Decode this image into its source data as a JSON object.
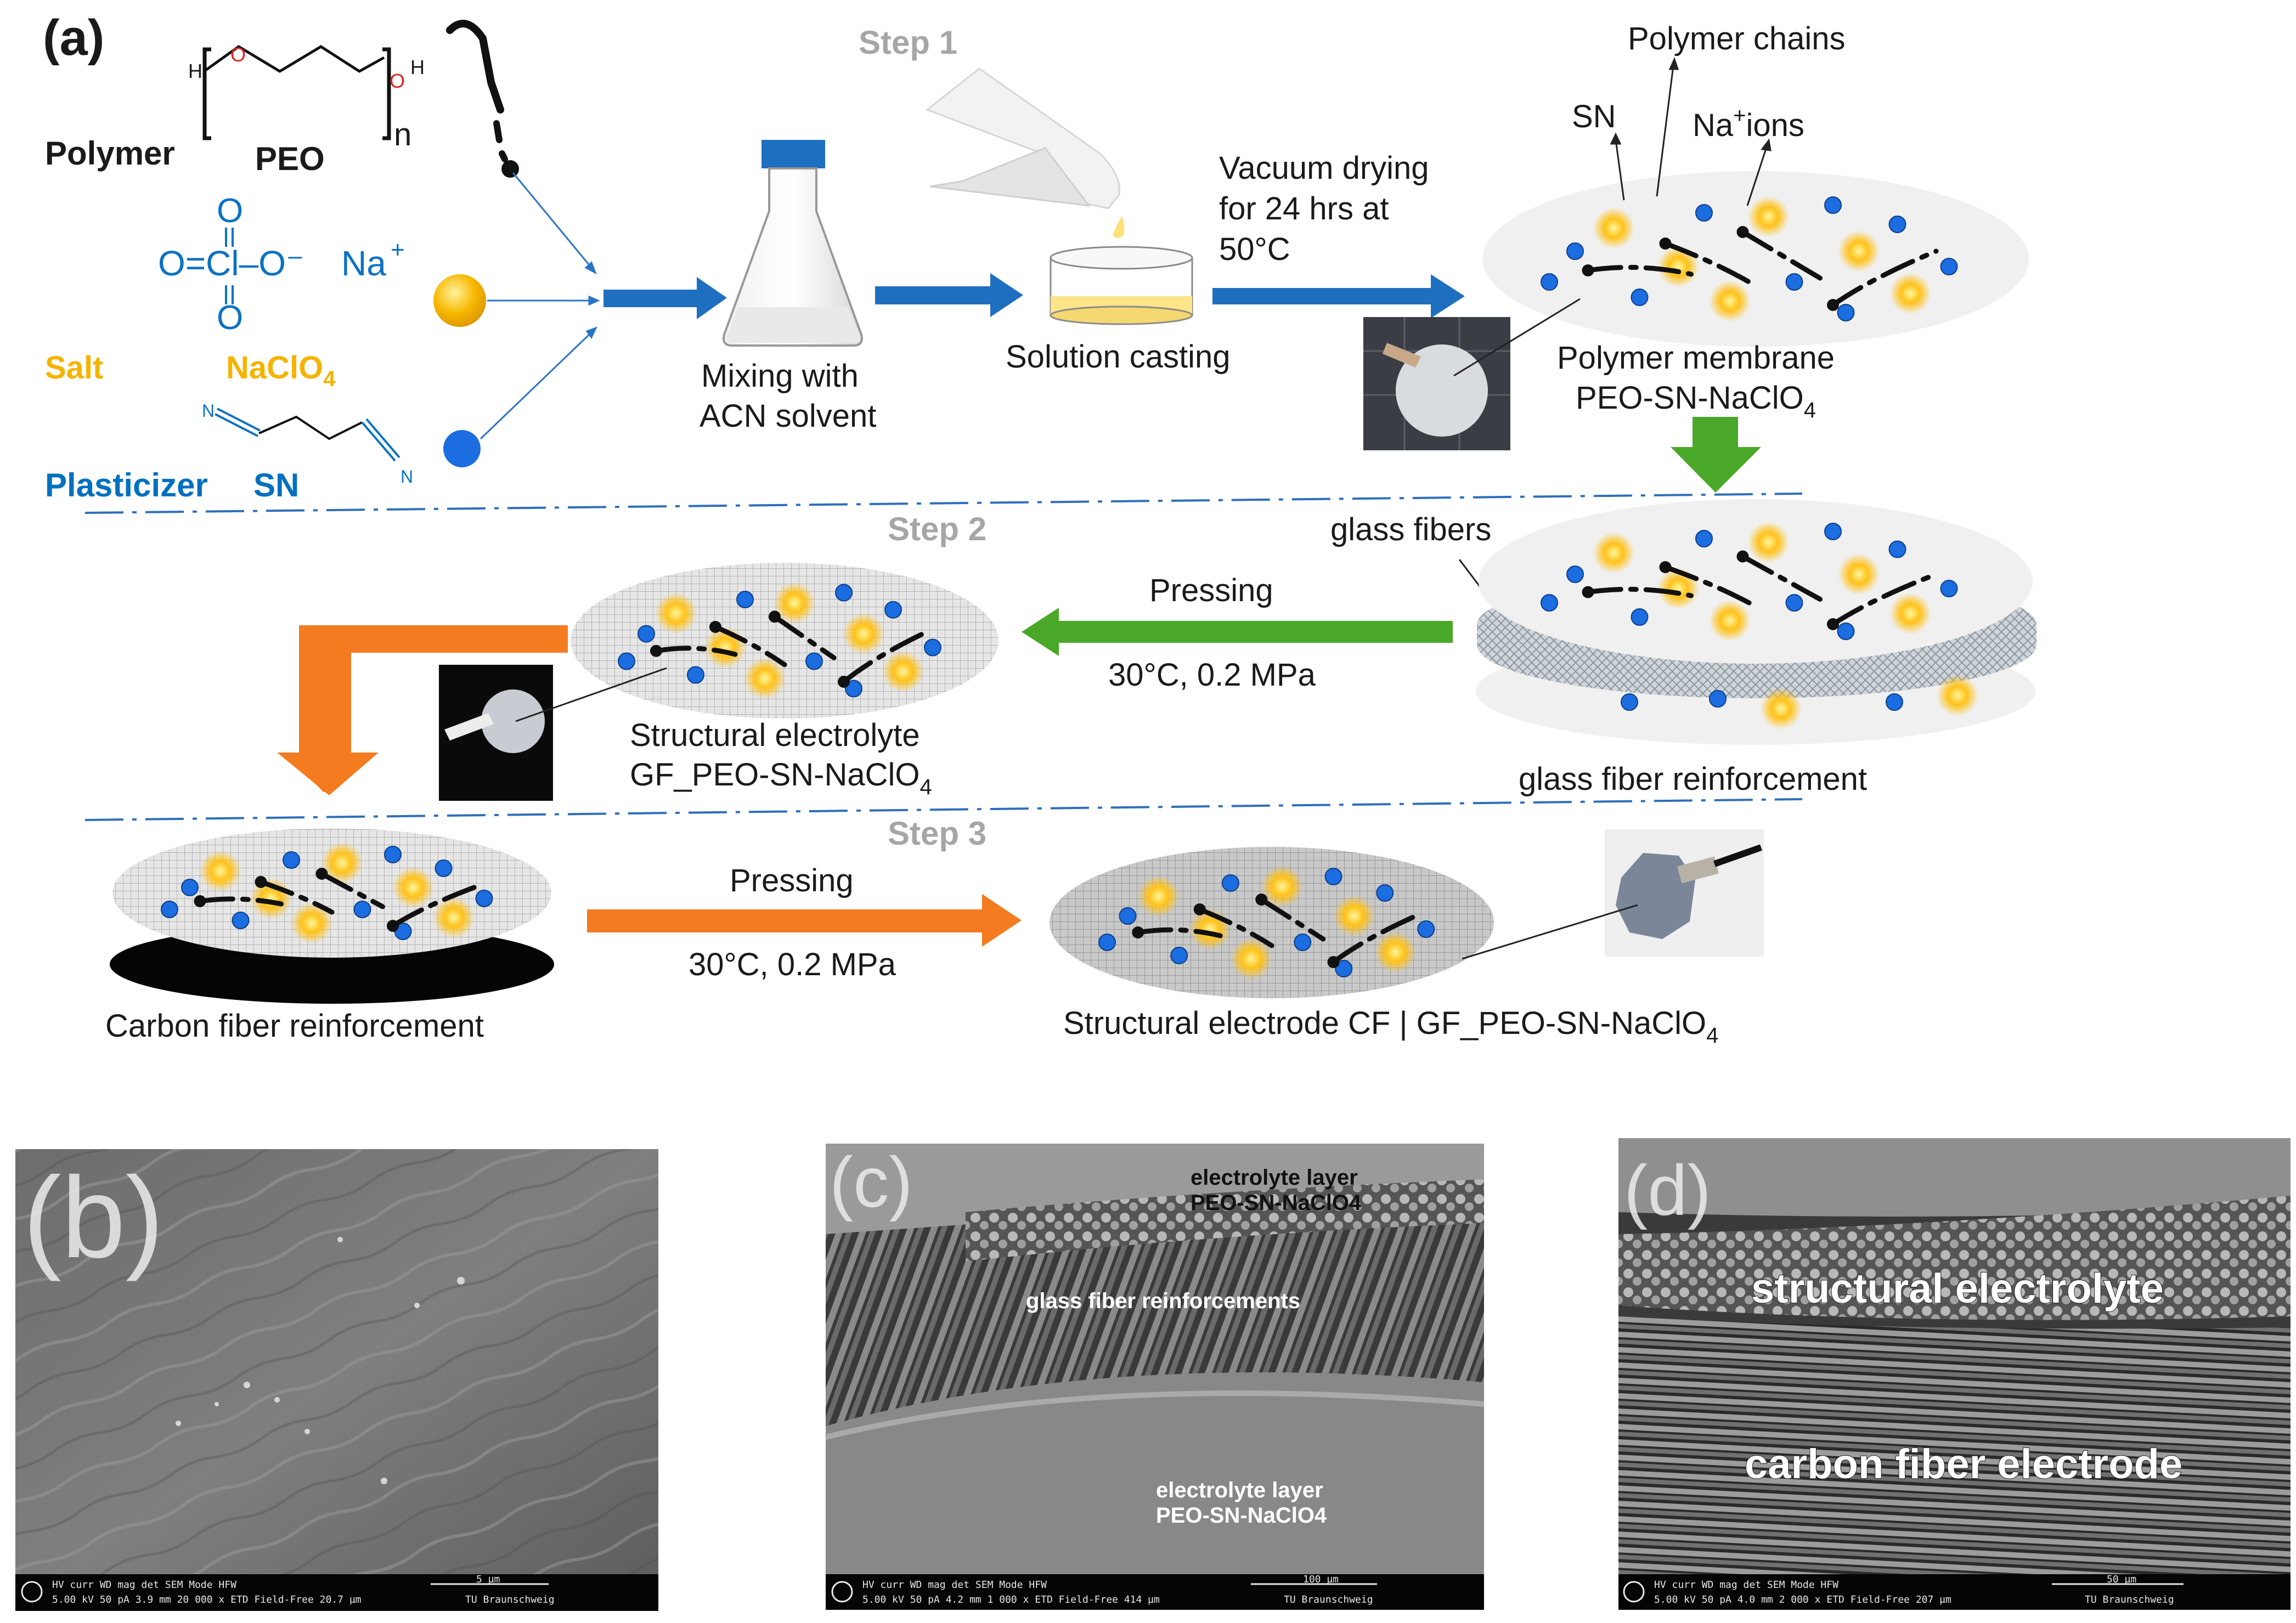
{
  "panel_a": {
    "label": "(a)",
    "materials": {
      "polymer_label": "Polymer",
      "polymer_name": "PEO",
      "peo_subscript": "n",
      "peo_h_left": "H",
      "peo_o_left": "O",
      "peo_o_right": "O",
      "peo_h_right": "H",
      "salt_label": "Salt",
      "salt_name": "NaClO",
      "salt_sub": "4",
      "perchlorate_formula": "O=Cl–O⁻",
      "perchlorate_o_top": "O",
      "perchlorate_o_bottom": "O",
      "sodium_ion": "Na",
      "sodium_charge": "+",
      "plasticizer_label": "Plasticizer",
      "plasticizer_name": "SN",
      "sn_n_top": "N",
      "sn_n_bottom": "N"
    },
    "step1": {
      "title": "Step 1",
      "mixing_line1": "Mixing with",
      "mixing_line2": "ACN solvent",
      "casting": "Solution casting",
      "drying_line1": "Vacuum drying",
      "drying_line2": "for 24 hrs at",
      "drying_line3": "50°C",
      "label_sn": "SN",
      "label_chains": "Polymer chains",
      "label_na": "Na",
      "label_na_sup": "+",
      "label_ions": "ions",
      "membrane_line1": "Polymer membrane",
      "membrane_line2": "PEO-SN-NaClO",
      "membrane_sub": "4"
    },
    "step2": {
      "title": "Step 2",
      "glass_fibers": "glass fibers",
      "pressing": "Pressing",
      "conditions": "30°C, 0.2 MPa",
      "reinforcement": "glass fiber reinforcement",
      "electrolyte_line1": "Structural electrolyte",
      "electrolyte_line2": "GF_PEO-SN-NaClO",
      "electrolyte_sub": "4"
    },
    "step3": {
      "title": "Step 3",
      "pressing": "Pressing",
      "conditions": "30°C, 0.2 MPa",
      "carbon": "Carbon fiber reinforcement",
      "electrode": "Structural electrode CF | GF_PEO-SN-NaClO",
      "electrode_sub": "4"
    },
    "colors": {
      "blue_arrow": "#1f6fc0",
      "green_arrow": "#4aa829",
      "orange_arrow": "#f47b20",
      "salt_yellow": "#f5b400",
      "plasticizer_blue": "#0070c0",
      "ion_blue": "#1b6de0"
    }
  },
  "panel_b": {
    "label": "(b)",
    "sem_bar": "HV  curr  WD  mag  det  SEM Mode  HFW",
    "sem_values": "5.00 kV 50 pA 3.9 mm 20 000 x ETD Field-Free 20.7 µm",
    "scale": "5 µm",
    "institution": "TU Braunschweig"
  },
  "panel_c": {
    "label": "(c)",
    "top_line1": "electrolyte layer",
    "top_line2": "PEO-SN-NaClO4",
    "middle": "glass fiber reinforcements",
    "bottom_line1": "electrolyte layer",
    "bottom_line2": "PEO-SN-NaClO4",
    "sem_bar": "HV  curr  WD  mag  det  SEM Mode  HFW",
    "sem_values": "5.00 kV 50 pA 4.2 mm 1 000 x ETD Field-Free 414 µm",
    "scale": "100 µm",
    "institution": "TU Braunschweig"
  },
  "panel_d": {
    "label": "(d)",
    "top": "structural electrolyte",
    "bottom": "carbon fiber electrode",
    "sem_bar": "HV  curr  WD  mag  det  SEM Mode  HFW",
    "sem_values": "5.00 kV 50 pA 4.0 mm 2 000 x ETD Field-Free 207 µm",
    "scale": "50 µm",
    "institution": "TU Braunschweig"
  }
}
